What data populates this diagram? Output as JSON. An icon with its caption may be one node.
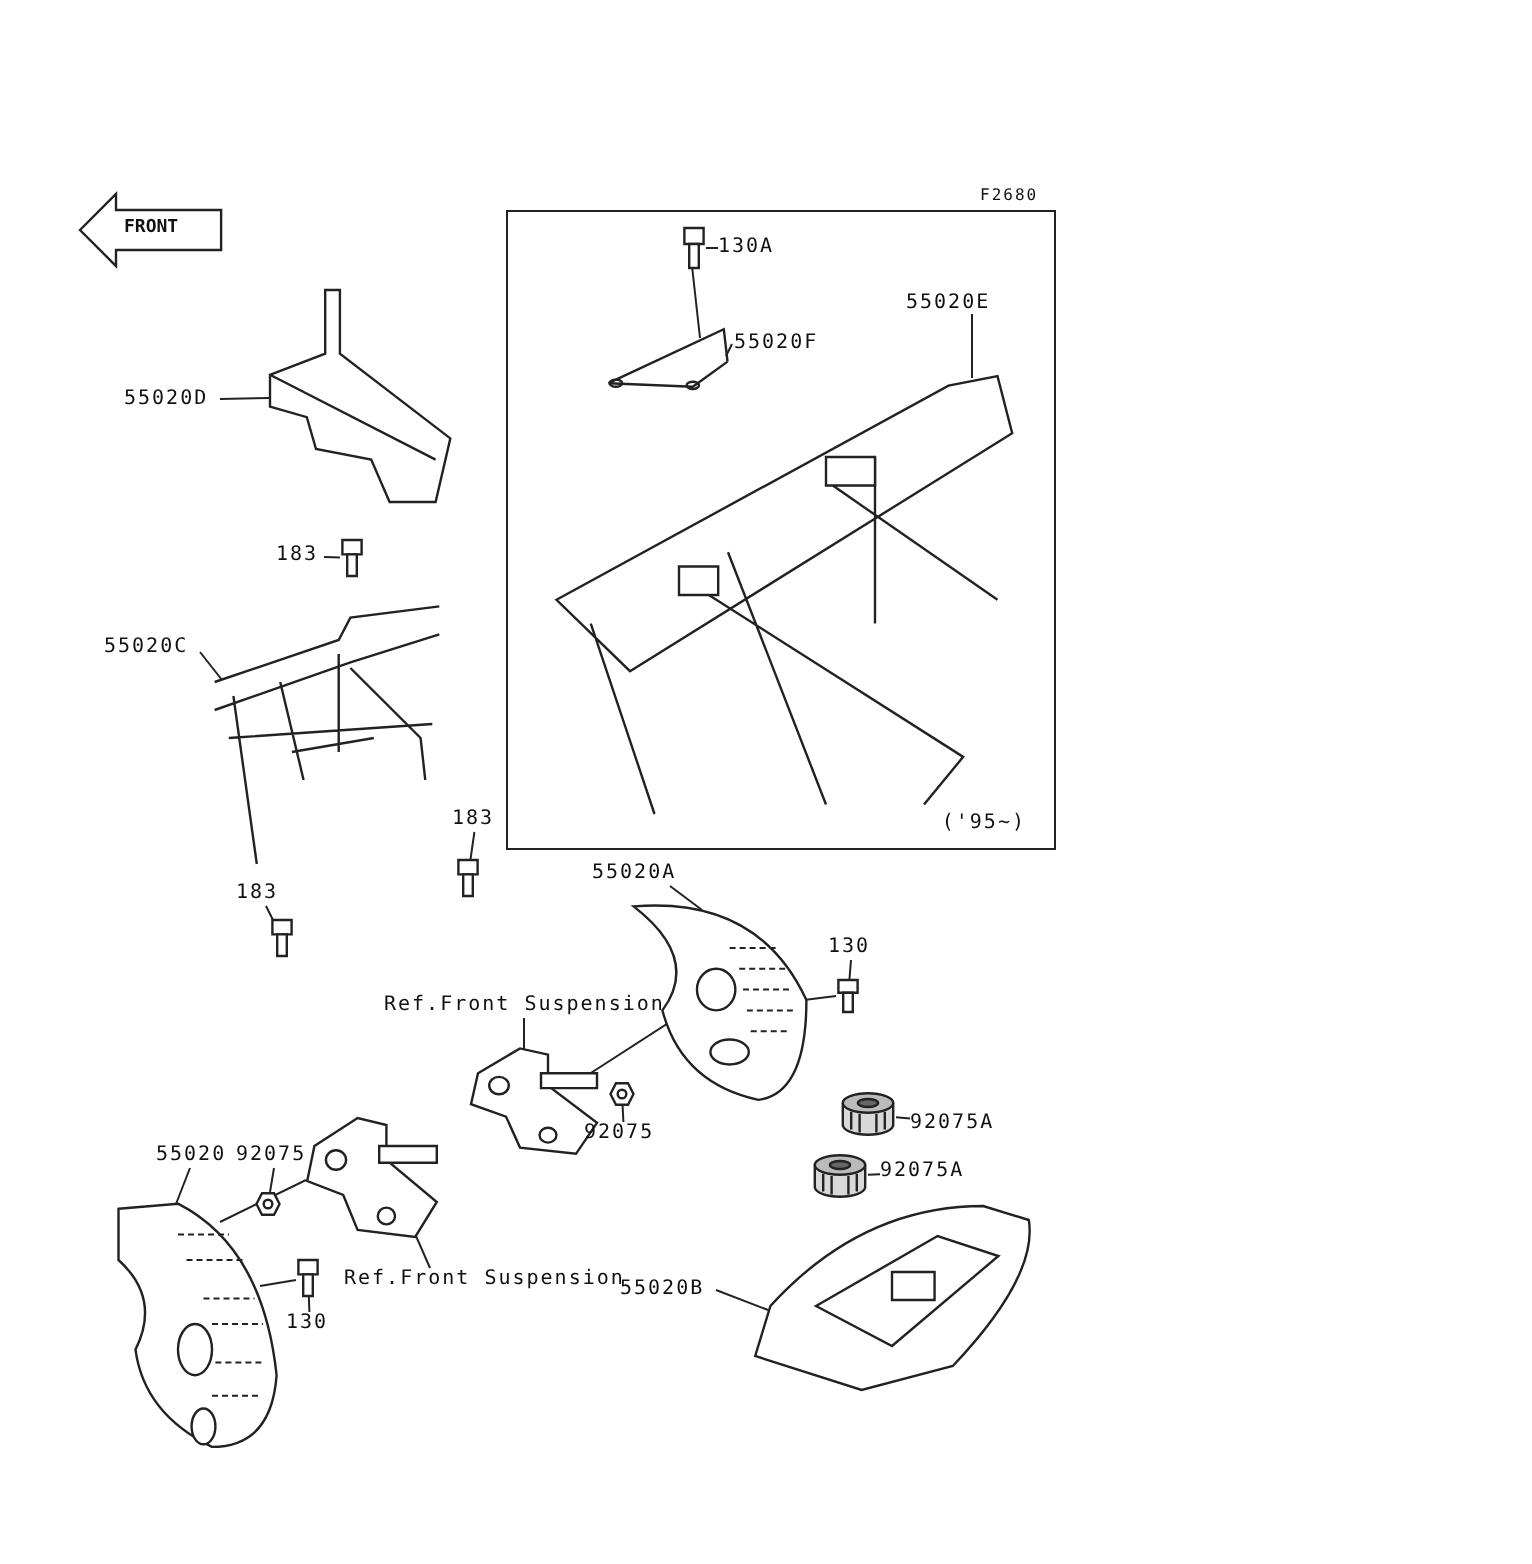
{
  "diagram": {
    "nodes": [
      {
        "text": [
          "FRONT"
        ]
      },
      {
        "text": [
          "('95~)"
        ]
      },
      {
        "text": [
          "130A"
        ],
        "in": 1
      },
      {
        "text": [],
        "shape": "picture",
        "in": 1
      },
      {
        "text": [
          "55020F"
        ],
        "in": 1
      },
      {
        "text": [],
        "shape": "picture",
        "in": 1
      },
      {
        "text": [
          "55020E"
        ],
        "in": 1
      },
      {
        "text": [],
        "shape": "picture",
        "in": 1
      },
      {
        "text": [
          "55020D"
        ]
      },
      {
        "text": [],
        "shape": "picture"
      },
      {
        "text": [
          "183"
        ]
      },
      {
        "text": [],
        "shape": "picture"
      },
      {
        "text": [
          "55020C"
        ]
      },
      {
        "text": [],
        "shape": "picture"
      },
      {
        "text": [
          "183"
        ]
      },
      {
        "text": [],
        "shape": "picture"
      },
      {
        "text": [
          "183"
        ]
      },
      {
        "text": [],
        "shape": "picture"
      },
      {
        "text": [
          "55020A"
        ]
      },
      {
        "text": [],
        "shape": "picture"
      },
      {
        "text": [
          "130"
        ]
      },
      {
        "text": [],
        "shape": "picture"
      },
      {
        "text": [
          "Ref.Front Suspension"
        ]
      },
      {
        "text": [],
        "shape": "picture"
      },
      {
        "text": [
          "92075"
        ]
      },
      {
        "text": [],
        "shape": "picture"
      },
      {
        "text": [
          "92075A"
        ]
      },
      {
        "text": [],
        "shape": "picture"
      },
      {
        "text": [
          "92075A"
        ]
      },
      {
        "text": [],
        "shape": "picture"
      },
      {
        "text": [
          "55020B"
        ]
      },
      {
        "text": [],
        "shape": "picture"
      },
      {
        "text": [
          "55020"
        ]
      },
      {
        "text": [],
        "shape": "picture"
      },
      {
        "text": [
          "92075"
        ]
      },
      {
        "text": [],
        "shape": "picture"
      },
      {
        "text": [
          "Ref.Front Suspension"
        ]
      },
      {
        "text": [],
        "shape": "picture"
      },
      {
        "text": [
          "130"
        ]
      },
      {
        "text": [],
        "shape": "picture"
      }
    ],
    "edges": [
      {
        "from": 2,
        "to": 3,
        "arrow": "none"
      },
      {
        "from": 4,
        "to": 5,
        "arrow": "none"
      },
      {
        "from": 6,
        "to": 7,
        "arrow": "none"
      },
      {
        "from": 8,
        "to": 9,
        "arrow": "none"
      },
      {
        "from": 10,
        "to": 11,
        "arrow": "none"
      },
      {
        "from": 12,
        "to": 13,
        "arrow": "none"
      },
      {
        "from": 14,
        "to": 15,
        "arrow": "none"
      },
      {
        "from": 16,
        "to": 17,
        "arrow": "none"
      },
      {
        "from": 18,
        "to": 19,
        "arrow": "none"
      },
      {
        "from": 20,
        "to": 21,
        "arrow": "none"
      },
      {
        "from": 22,
        "to": 23,
        "arrow": "none"
      },
      {
        "from": 24,
        "to": 25,
        "arrow": "none"
      },
      {
        "from": 26,
        "to": 27,
        "arrow": "none"
      },
      {
        "from": 28,
        "to": 29,
        "arrow": "none"
      },
      {
        "from": 30,
        "to": 31,
        "arrow": "none"
      },
      {
        "from": 32,
        "to": 33,
        "arrow": "none"
      },
      {
        "from": 34,
        "to": 35,
        "arrow": "none"
      },
      {
        "from": 36,
        "to": 37,
        "arrow": "none"
      },
      {
        "from": 38,
        "to": 39,
        "arrow": "none"
      },
      {
        "from": 3,
        "to": 5,
        "arrow": "none"
      },
      {
        "from": 23,
        "to": 19,
        "arrow": "none"
      },
      {
        "from": 21,
        "to": 19,
        "arrow": "none"
      },
      {
        "from": 37,
        "to": 33,
        "arrow": "none"
      },
      {
        "from": 39,
        "to": 33,
        "arrow": "none"
      }
    ],
    "labels": [
      "F2680"
    ]
  }
}
